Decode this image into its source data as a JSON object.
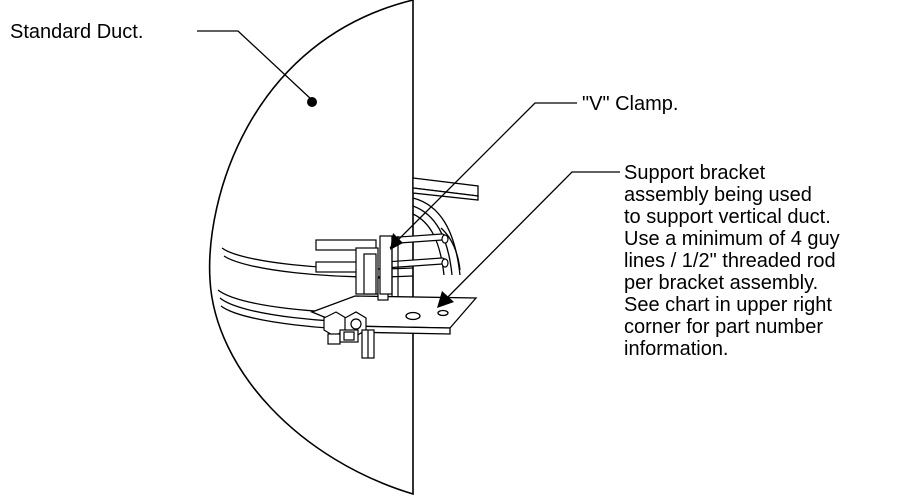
{
  "labels": {
    "standard_duct": "Standard Duct.",
    "v_clamp": "\"V\" Clamp.",
    "support_bracket": [
      "Support bracket",
      "assembly being used",
      "to support vertical duct.",
      "Use a minimum of 4 guy",
      "lines / 1/2\" threaded rod",
      "per bracket assembly.",
      "See chart in upper right",
      "corner for part number",
      "information."
    ]
  },
  "colors": {
    "ink": "#000000",
    "background": "#ffffff"
  }
}
